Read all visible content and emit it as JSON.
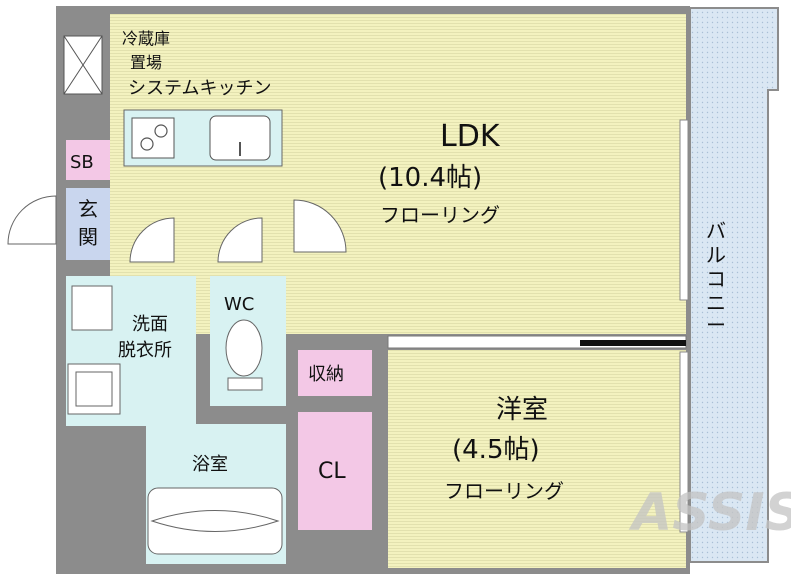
{
  "rooms": {
    "ldk": {
      "name": "LDK",
      "size": "(10.4帖)",
      "floor": "フローリング"
    },
    "western": {
      "name": "洋室",
      "size": "(4.5帖)",
      "floor": "フローリング"
    },
    "wc": {
      "name": "WC"
    },
    "washroom": {
      "line1": "洗面",
      "line2": "脱衣所"
    },
    "bath": {
      "name": "浴室"
    },
    "closet": {
      "name": "CL"
    },
    "storage": {
      "name": "収納"
    },
    "shoebox": {
      "name": "SB"
    },
    "entrance": {
      "line1": "玄",
      "line2": "関"
    },
    "fridge": {
      "line1": "冷蔵庫",
      "line2": "置場"
    },
    "kitchen": {
      "name": "システムキッチン"
    },
    "balcony": {
      "chars": [
        "バ",
        "ル",
        "コ",
        "ニ",
        "ー"
      ]
    }
  },
  "watermark": {
    "text": "ASSIST"
  },
  "colors": {
    "floor": "#f3f2bf",
    "wet": "#d8f2f2",
    "pink": "#f3c8e6",
    "entrance": "#c9d6ee",
    "balcony": "#d8e6f4",
    "wall": "#8c8c8c",
    "door": "#ffffff"
  }
}
